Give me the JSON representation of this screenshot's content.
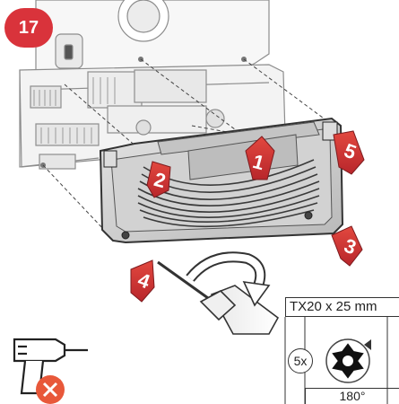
{
  "step": {
    "number": "17"
  },
  "callouts": [
    {
      "number": "1"
    },
    {
      "number": "2"
    },
    {
      "number": "3"
    },
    {
      "number": "4"
    },
    {
      "number": "5"
    }
  ],
  "spec": {
    "tool": "TX20 x 25 mm",
    "count": "5x",
    "angle": "180°"
  },
  "warning": {
    "icon": "no-power-drill-icon",
    "color": "#e8583a"
  },
  "colors": {
    "accent": "#d9333b",
    "cover": "#cfcfcf",
    "line": "#333333"
  }
}
